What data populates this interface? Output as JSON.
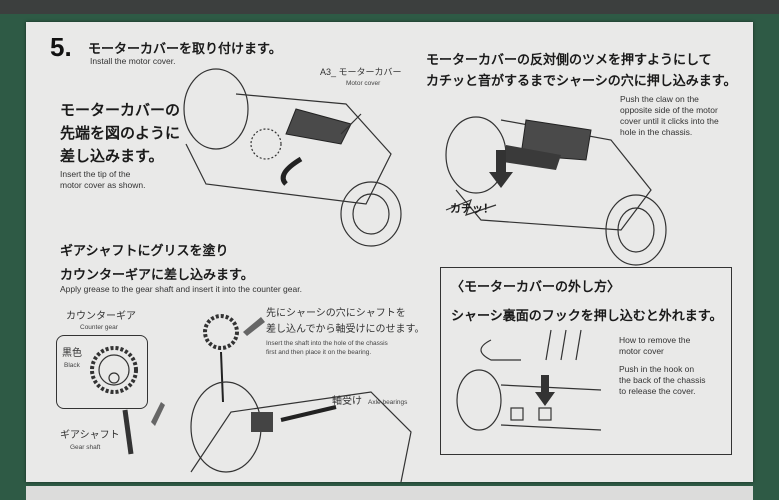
{
  "step": {
    "number": "5.",
    "title_jp": "モーターカバーを取り付けます。",
    "title_en": "Install the motor cover."
  },
  "part_label": {
    "jp": "A3_ モーターカバー",
    "en": "Motor cover"
  },
  "insert_tip": {
    "jp_lines": [
      "モーターカバーの",
      "先端を図のように",
      "差し込みます。"
    ],
    "en_lines": [
      "Insert the tip of the",
      "motor cover as shown."
    ]
  },
  "push_claw": {
    "jp_lines": [
      "モーターカバーの反対側のツメを押すようにして",
      "カチッと音がするまでシャーシの穴に押し込みます。"
    ],
    "en_lines": [
      "Push the claw on the",
      "opposite side of the motor",
      "cover until it clicks into the",
      "hole in the chassis."
    ],
    "sound": "カチッ！"
  },
  "grease": {
    "jp_lines": [
      "ギアシャフトにグリスを塗り",
      "カウンターギアに差し込みます。"
    ],
    "en": "Apply grease to the gear shaft and insert it into the counter gear."
  },
  "counter_gear": {
    "jp": "カウンターギア",
    "en": "Counter gear",
    "color_jp": "黒色",
    "color_en": "Black"
  },
  "gear_shaft": {
    "jp": "ギアシャフト",
    "en": "Gear shaft"
  },
  "shaft_insert": {
    "jp_lines": [
      "先にシャーシの穴にシャフトを",
      "差し込んでから軸受けにのせます。"
    ],
    "en_lines": [
      "Insert the shaft into the hole of the chassis",
      "first and then place it on the bearing."
    ]
  },
  "axle_bearings": {
    "jp": "軸受け",
    "en": "Axle bearings"
  },
  "remove": {
    "title_jp": "〈モーターカバーの外し方〉",
    "jp": "シャーシ裏面のフックを押し込むと外れます。",
    "en_title_lines": [
      "How to remove the",
      "motor cover"
    ],
    "en_lines": [
      "Push in the hook on",
      "the back of the chassis",
      "to release the cover."
    ]
  }
}
